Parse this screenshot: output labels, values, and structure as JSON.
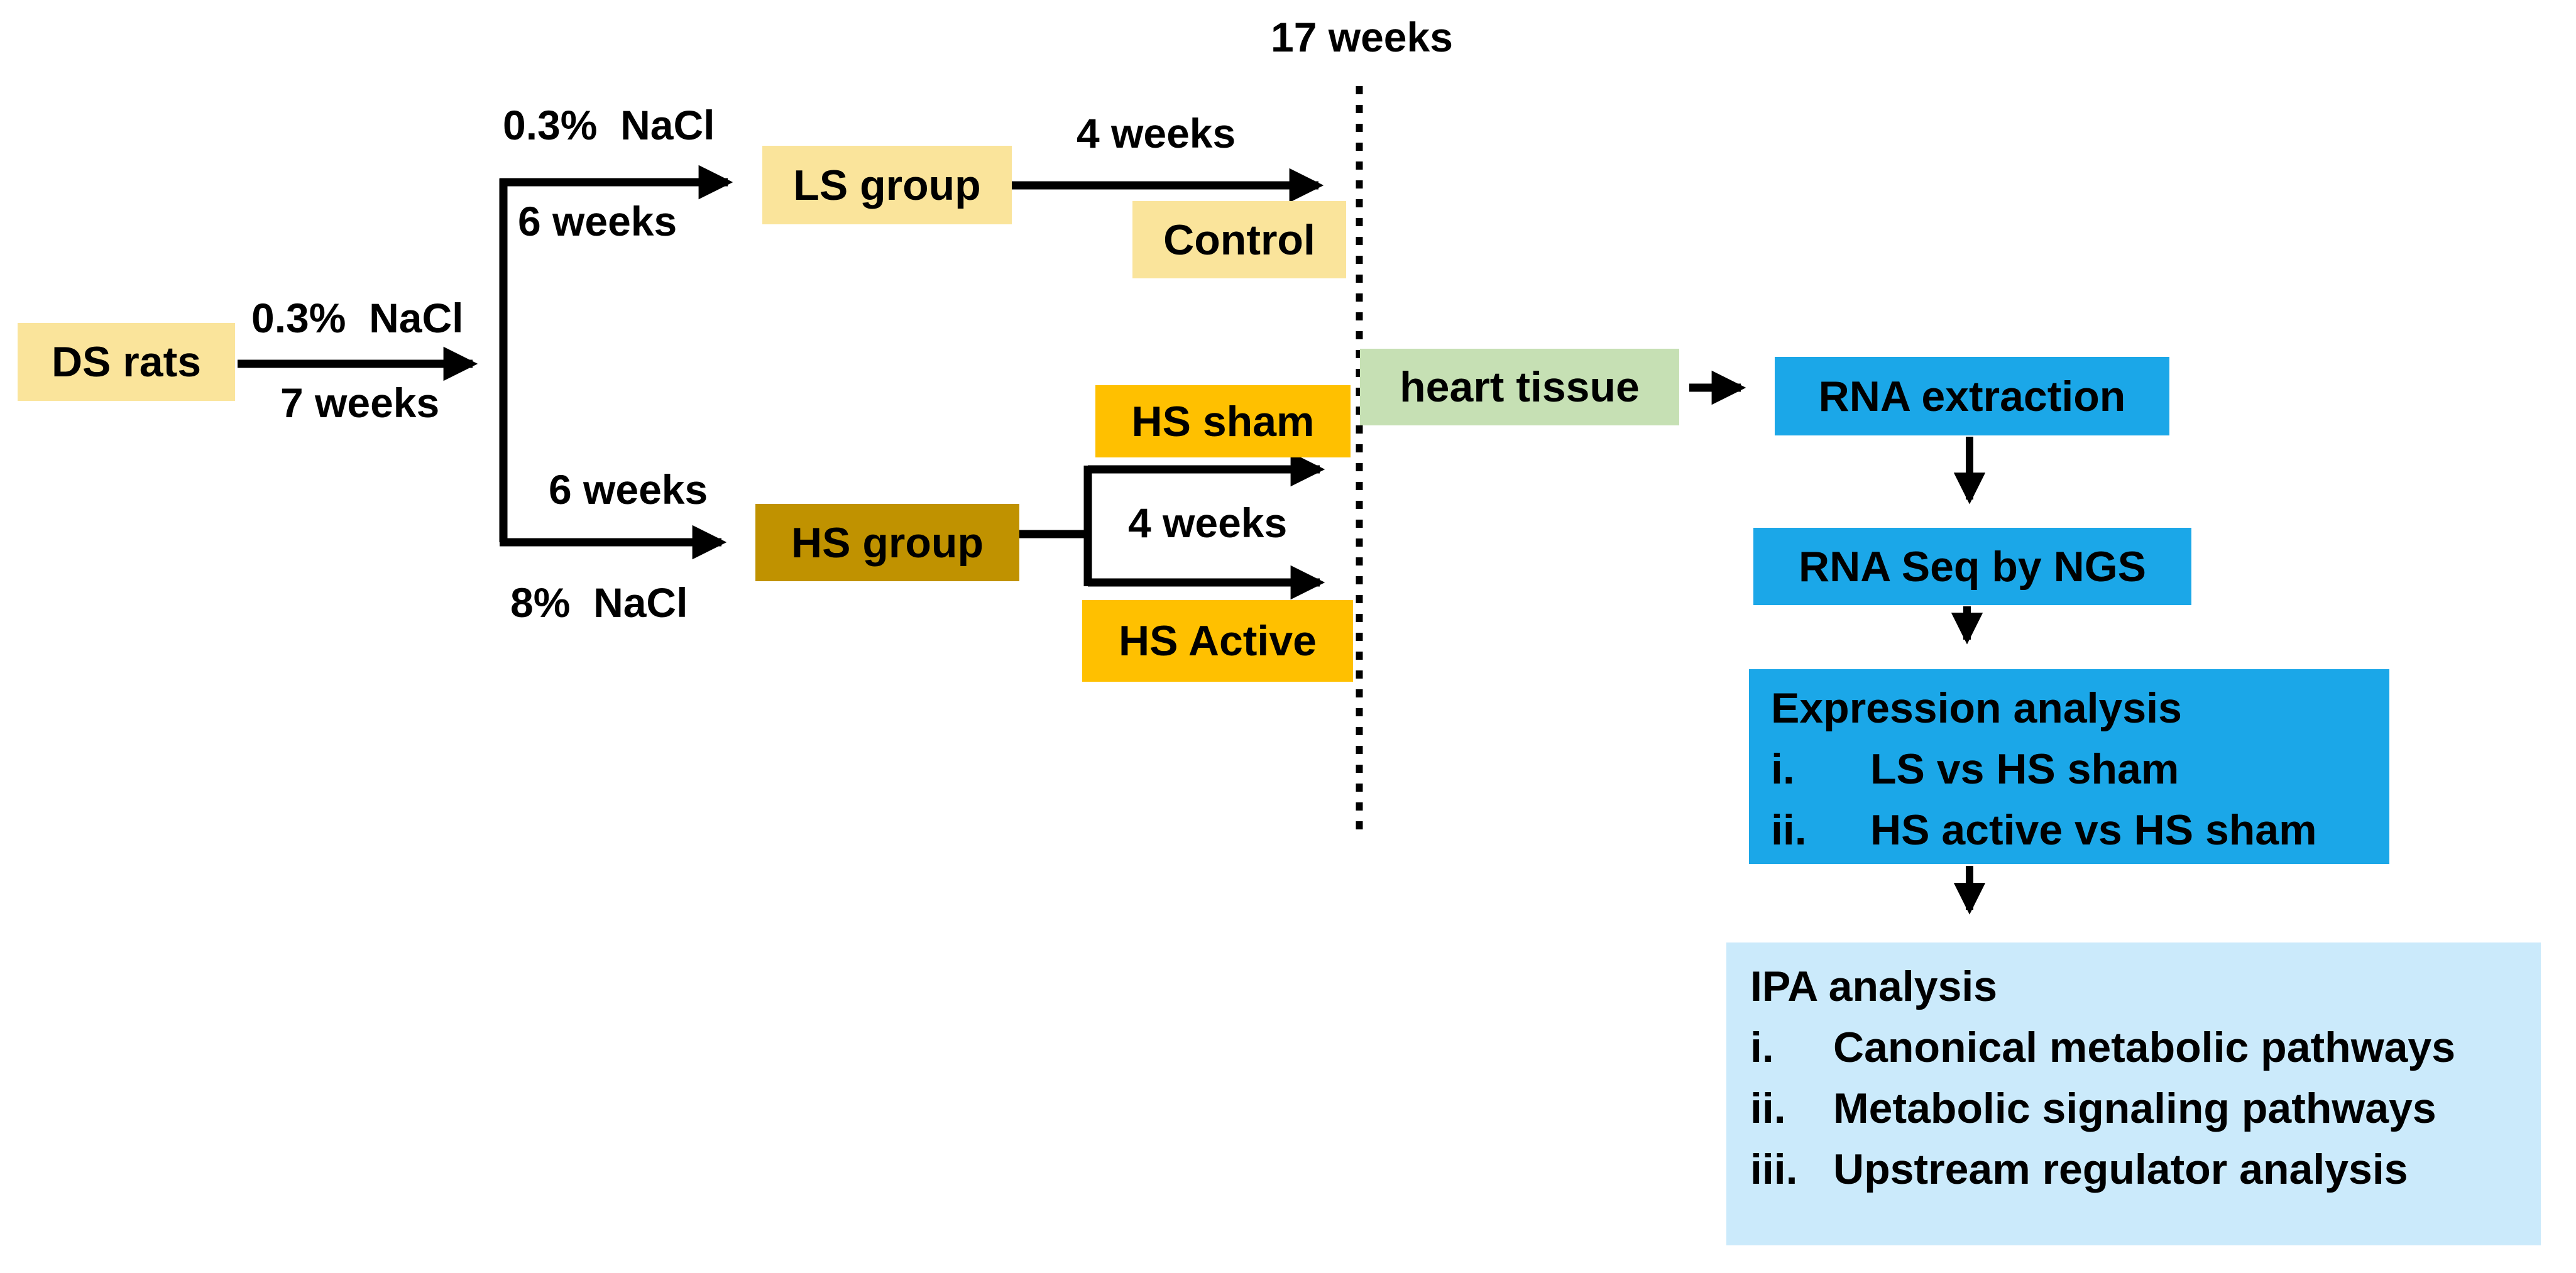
{
  "timeline": {
    "label": "17 weeks"
  },
  "boxes": {
    "ds_rats": {
      "label": "DS rats"
    },
    "ls_group": {
      "label": "LS group"
    },
    "control": {
      "label": "Control"
    },
    "hs_group": {
      "label": "HS group"
    },
    "hs_sham": {
      "label": "HS sham"
    },
    "hs_active": {
      "label": "HS Active"
    },
    "heart_tissue": {
      "label": "heart tissue"
    },
    "rna_extraction": {
      "label": "RNA extraction"
    },
    "rna_seq": {
      "label": "RNA Seq by NGS"
    },
    "expression": {
      "title": "Expression analysis",
      "items": [
        {
          "num": "i.",
          "text": "LS vs HS sham"
        },
        {
          "num": "ii.",
          "text": "HS active vs HS sham"
        }
      ]
    },
    "ipa": {
      "title": "IPA analysis",
      "items": [
        {
          "num": "i.",
          "text": "Canonical metabolic pathways"
        },
        {
          "num": "ii.",
          "text": "Metabolic signaling pathways"
        },
        {
          "num": "iii.",
          "text": "Upstream regulator analysis"
        }
      ]
    }
  },
  "edge_labels": {
    "ds_diet": "0.3%  NaCl",
    "ds_duration": "7 weeks",
    "ls_diet": "0.3%  NaCl",
    "ls_duration": "6 weeks",
    "hs_duration": "6 weeks",
    "hs_diet": "8%  NaCl",
    "ls_final": "4 weeks",
    "hs_final": "4 weeks"
  },
  "colors": {
    "light_yellow": "#FAE49B",
    "dark_gold": "#C09200",
    "orange": "#FFC000",
    "green": "#C6E0B4",
    "blue": "#1BA7E8",
    "light_blue": "#CBEAFB",
    "line": "#000000"
  }
}
